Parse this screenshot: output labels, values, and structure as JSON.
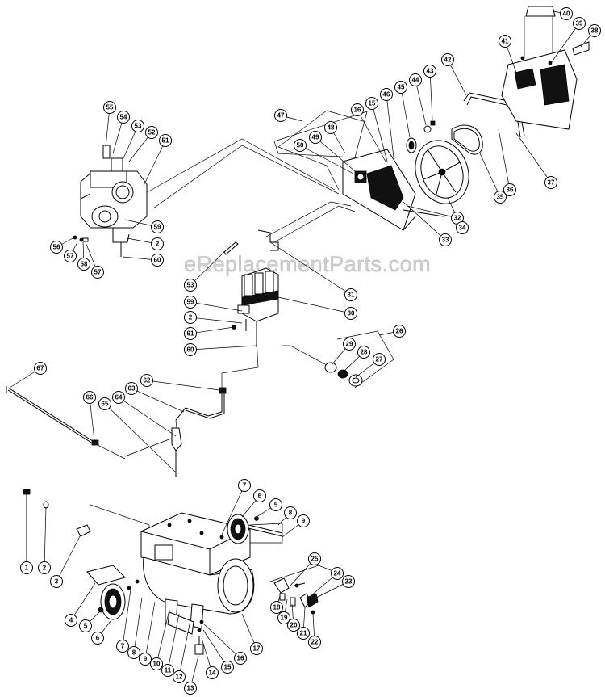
{
  "watermark": "eReplacementParts.com",
  "callouts": [
    {
      "id": "c1",
      "label": "1"
    },
    {
      "id": "c2",
      "label": "2"
    },
    {
      "id": "c3",
      "label": "3"
    },
    {
      "id": "c4",
      "label": "4"
    },
    {
      "id": "c5",
      "label": "5"
    },
    {
      "id": "c6",
      "label": "6"
    },
    {
      "id": "c7",
      "label": "7"
    },
    {
      "id": "c8",
      "label": "8"
    },
    {
      "id": "c9",
      "label": "9"
    },
    {
      "id": "c10",
      "label": "10"
    },
    {
      "id": "c11",
      "label": "11"
    },
    {
      "id": "c12",
      "label": "12"
    },
    {
      "id": "c13",
      "label": "13"
    },
    {
      "id": "c14",
      "label": "14"
    },
    {
      "id": "c15",
      "label": "15"
    },
    {
      "id": "c16",
      "label": "16"
    },
    {
      "id": "c17",
      "label": "17"
    },
    {
      "id": "c18",
      "label": "18"
    },
    {
      "id": "c19",
      "label": "19"
    },
    {
      "id": "c20",
      "label": "20"
    },
    {
      "id": "c21",
      "label": "21"
    },
    {
      "id": "c22",
      "label": "22"
    },
    {
      "id": "c23",
      "label": "23"
    },
    {
      "id": "c24",
      "label": "24"
    },
    {
      "id": "c25",
      "label": "25"
    },
    {
      "id": "c26",
      "label": "26"
    },
    {
      "id": "c27",
      "label": "27"
    },
    {
      "id": "c28",
      "label": "28"
    },
    {
      "id": "c29",
      "label": "29"
    },
    {
      "id": "c30",
      "label": "30"
    },
    {
      "id": "c31",
      "label": "31"
    },
    {
      "id": "c32",
      "label": "32"
    },
    {
      "id": "c33",
      "label": "33"
    },
    {
      "id": "c34",
      "label": "34"
    },
    {
      "id": "c35",
      "label": "35"
    },
    {
      "id": "c36",
      "label": "36"
    },
    {
      "id": "c37",
      "label": "37"
    },
    {
      "id": "c38",
      "label": "38"
    },
    {
      "id": "c39",
      "label": "39"
    },
    {
      "id": "c40",
      "label": "40"
    },
    {
      "id": "c41",
      "label": "41"
    },
    {
      "id": "c42",
      "label": "42"
    },
    {
      "id": "c43",
      "label": "43"
    },
    {
      "id": "c44",
      "label": "44"
    },
    {
      "id": "c45",
      "label": "45"
    },
    {
      "id": "c46",
      "label": "46"
    },
    {
      "id": "c47",
      "label": "47"
    },
    {
      "id": "c48",
      "label": "48"
    },
    {
      "id": "c49",
      "label": "49"
    },
    {
      "id": "c50",
      "label": "50"
    },
    {
      "id": "c51",
      "label": "51"
    },
    {
      "id": "c52",
      "label": "52"
    },
    {
      "id": "c53",
      "label": "53"
    },
    {
      "id": "c54",
      "label": "54"
    },
    {
      "id": "c55",
      "label": "55"
    },
    {
      "id": "c56",
      "label": "56"
    },
    {
      "id": "c57",
      "label": "57"
    },
    {
      "id": "c58",
      "label": "58"
    },
    {
      "id": "c59",
      "label": "59"
    },
    {
      "id": "c60",
      "label": "60"
    },
    {
      "id": "c61",
      "label": "61"
    },
    {
      "id": "c62",
      "label": "62"
    },
    {
      "id": "c63",
      "label": "63"
    },
    {
      "id": "c64",
      "label": "64"
    },
    {
      "id": "c65",
      "label": "65"
    },
    {
      "id": "c66",
      "label": "66"
    },
    {
      "id": "c67",
      "label": "67"
    }
  ]
}
